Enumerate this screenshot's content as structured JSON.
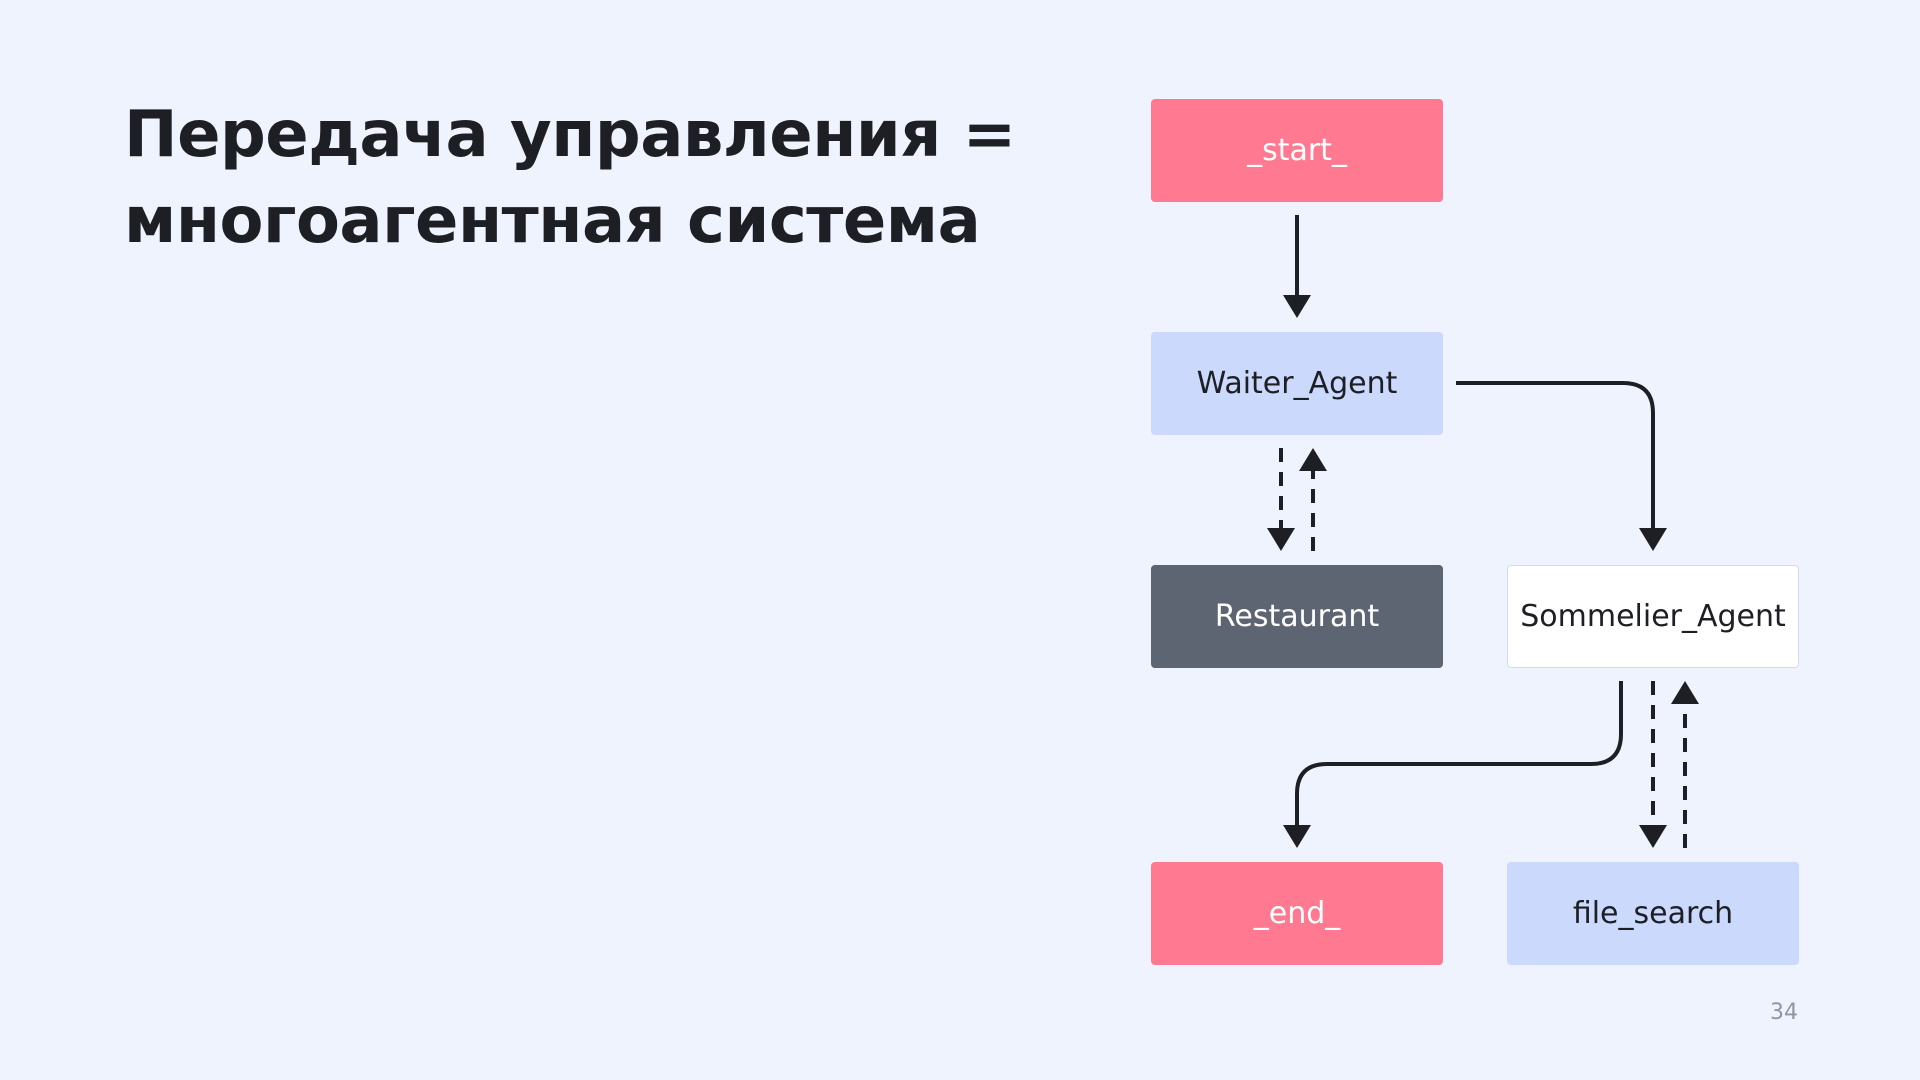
{
  "slide": {
    "title_line1": "Передача управления =",
    "title_line2": "многоагентная система",
    "page_number": "34"
  },
  "diagram": {
    "nodes": {
      "start": "_start_",
      "waiter_agent": "Waiter_Agent",
      "restaurant": "Restaurant",
      "sommelier_agent": "Sommelier_Agent",
      "end": "_end_",
      "file_search": "file_search"
    },
    "edges": [
      {
        "from": "_start_",
        "to": "Waiter_Agent",
        "style": "solid"
      },
      {
        "from": "Waiter_Agent",
        "to": "Restaurant",
        "style": "dashed"
      },
      {
        "from": "Restaurant",
        "to": "Waiter_Agent",
        "style": "dashed"
      },
      {
        "from": "Waiter_Agent",
        "to": "Sommelier_Agent",
        "style": "solid"
      },
      {
        "from": "Sommelier_Agent",
        "to": "_end_",
        "style": "solid"
      },
      {
        "from": "Sommelier_Agent",
        "to": "file_search",
        "style": "dashed"
      },
      {
        "from": "file_search",
        "to": "Sommelier_Agent",
        "style": "dashed"
      }
    ],
    "colors": {
      "background": "#eff3fd",
      "terminal_node": "#ff7a91",
      "agent_node": "#cbd9fd",
      "tool_node_dark": "#5d6573",
      "agent_node_white": "#ffffff",
      "edge": "#1e1f24"
    }
  }
}
